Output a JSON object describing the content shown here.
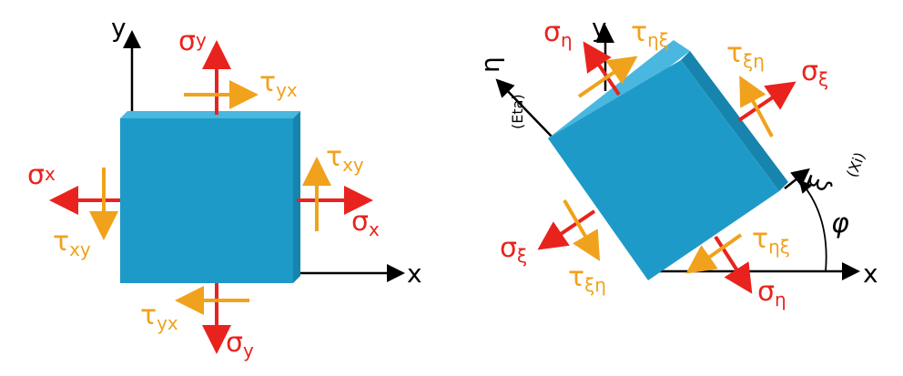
{
  "left": {
    "axis_x": "x",
    "axis_y": "y",
    "sigma_y_top": {
      "sym": "σ",
      "sub": "y"
    },
    "tau_yx_top": {
      "sym": "τ",
      "sub": "yx"
    },
    "tau_xy_right": {
      "sym": "τ",
      "sub": "xy"
    },
    "sigma_x_right": {
      "sym": "σ",
      "sub": "x"
    },
    "sigma_x_left": {
      "sym": "σ",
      "sub": "x"
    },
    "tau_xy_left": {
      "sym": "τ",
      "sub": "xy"
    },
    "tau_yx_bottom": {
      "sym": "τ",
      "sub": "yx"
    },
    "sigma_y_bottom": {
      "sym": "σ",
      "sub": "y"
    }
  },
  "right": {
    "axis_x": "x",
    "axis_y": "y",
    "axis_eta": "η",
    "axis_eta_note": "(Eta)",
    "axis_xi": "ξ",
    "axis_xi_note": "(Xi)",
    "angle": "φ",
    "sigma_eta_top": {
      "sym": "σ",
      "sub": "η"
    },
    "tau_eta_xi_top": {
      "sym": "τ",
      "sub": "ηξ"
    },
    "tau_xi_eta_right": {
      "sym": "τ",
      "sub": "ξη"
    },
    "sigma_xi_right": {
      "sym": "σ",
      "sub": "ξ"
    },
    "sigma_xi_left": {
      "sym": "σ",
      "sub": "ξ"
    },
    "tau_xi_eta_left": {
      "sym": "τ",
      "sub": "ξη"
    },
    "tau_eta_xi_bottom": {
      "sym": "τ",
      "sub": "ηξ"
    },
    "sigma_eta_bottom": {
      "sym": "σ",
      "sub": "η"
    }
  },
  "colors": {
    "block": "#1e9ac9",
    "block_top": "#49b7df",
    "block_side": "#1684ad",
    "normal_stress": "#e8231d",
    "shear_stress": "#f0a21c",
    "axis": "#000000"
  }
}
